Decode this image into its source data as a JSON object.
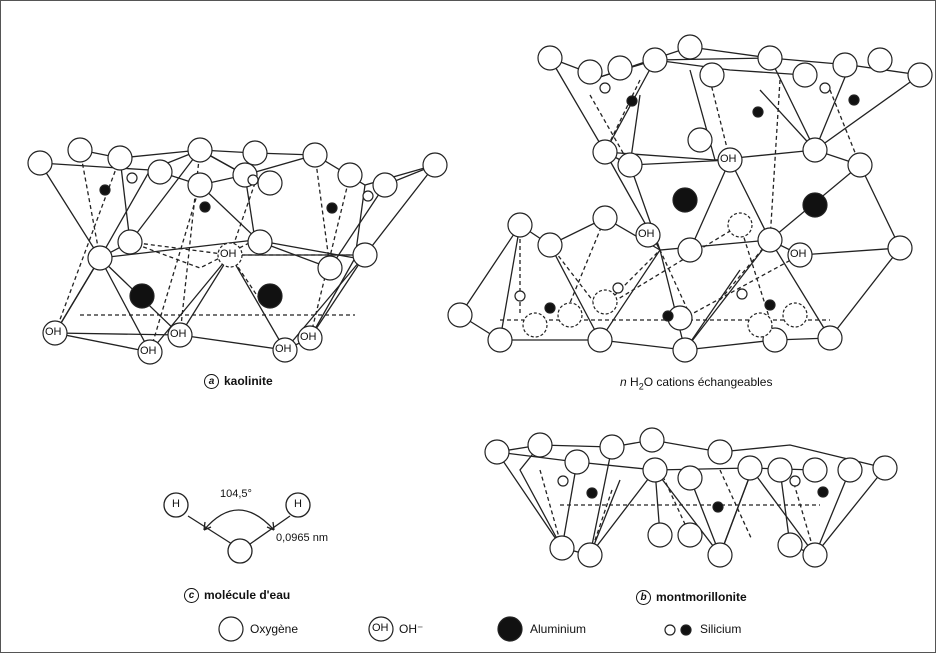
{
  "captions": {
    "kaolinite": {
      "letter": "a",
      "text": "kaolinite"
    },
    "montmorillonite": {
      "letter": "b",
      "text": "montmorillonite"
    },
    "water": {
      "letter": "c",
      "text": "molécule d'eau"
    }
  },
  "interlayer_label": {
    "prefix": "n",
    "text_before": "H",
    "subscript": "2",
    "text_after": "O cations échangeables"
  },
  "hydroxyl_label": "OH",
  "water_molecule": {
    "angle": "104,5°",
    "bond_length": "0,0965 nm",
    "hydrogen": "H"
  },
  "legend": {
    "oxygen": "Oxygène",
    "hydroxyl_symbol": "OH",
    "hydroxyl": "OH⁻",
    "aluminium": "Aluminium",
    "silicon": "Silicium"
  },
  "colors": {
    "stroke": "#222222",
    "fill_oxygen": "#ffffff",
    "fill_atom": "#111111"
  }
}
